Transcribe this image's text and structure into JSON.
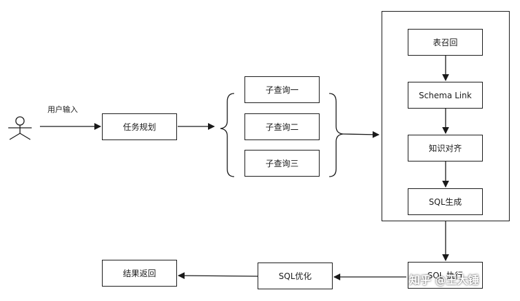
{
  "actor": {
    "icon": "stick-figure-icon"
  },
  "edge_labels": {
    "user_input": "用户输入"
  },
  "nodes": {
    "task_planning": "任务规划",
    "subquery_1": "子查询一",
    "subquery_2": "子查询二",
    "subquery_3": "子查询三",
    "table_recall": "表召回",
    "schema_link": "Schema Link",
    "knowledge_align": "知识对齐",
    "sql_gen": "SQL生成",
    "sql_exec": "SQL 执行",
    "sql_opt": "SQL优化",
    "result_return": "结果返回"
  },
  "watermark": {
    "text": "知乎 @王大锤"
  },
  "colors": {
    "stroke": "#1a1a1a",
    "background": "#ffffff"
  }
}
